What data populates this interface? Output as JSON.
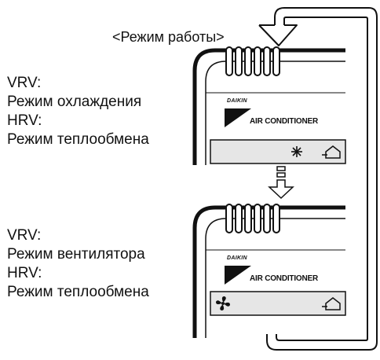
{
  "caption": "<Режим работы>",
  "states": [
    {
      "lines": [
        "VRV:",
        "Режим охлаждения",
        "HRV:",
        "Режим теплообмена"
      ],
      "brand": "DAIKIN",
      "product": "AIR CONDITIONER",
      "mode_icon": "snowflake-icon",
      "hrv_icon": "house-heat-exchange-icon"
    },
    {
      "lines": [
        "VRV:",
        "Режим вентилятора",
        "HRV:",
        "Режим теплообмена"
      ],
      "brand": "DAIKIN",
      "product": "AIR CONDITIONER",
      "mode_icon": "fan-icon",
      "hrv_icon": "house-heat-exchange-icon"
    }
  ]
}
